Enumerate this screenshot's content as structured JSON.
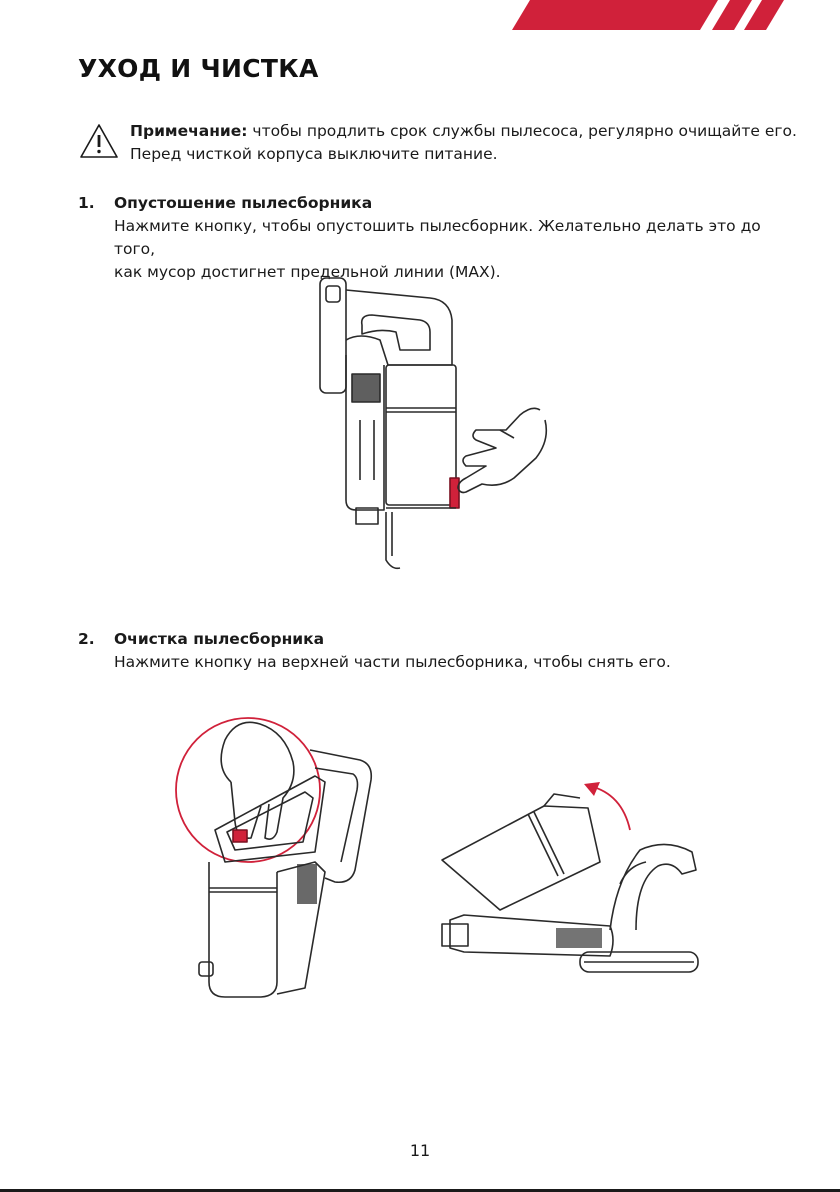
{
  "header": {
    "title": "УХОД И ЧИСТКА",
    "accent_color": "#d0213a"
  },
  "note": {
    "label": "Примечание:",
    "line1": " чтобы продлить срок службы пылесоса, регулярно очищайте его.",
    "line2": "Перед чисткой корпуса выключите питание."
  },
  "steps": [
    {
      "number": "1.",
      "heading": "Опустошение пылесборника",
      "line1": "Нажмите кнопку, чтобы опустошить пылесборник. Желательно делать это до того,",
      "line2": "как мусор достигнет предельной линии (MAX)."
    },
    {
      "number": "2.",
      "heading": "Очистка пылесборника",
      "line1": "Нажмите кнопку на верхней части пылесборника, чтобы снять его."
    }
  ],
  "footer": {
    "page_number": "11"
  }
}
